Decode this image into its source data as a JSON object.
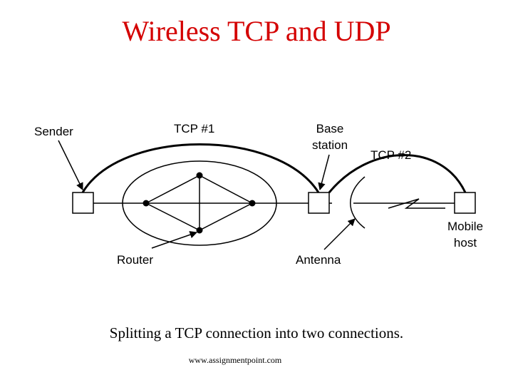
{
  "title": "Wireless TCP  and UDP",
  "diagram": {
    "labels": {
      "sender": "Sender",
      "tcp1": "TCP #1",
      "base_station_line1": "Base",
      "base_station_line2": "station",
      "tcp2": "TCP #2",
      "mobile_host_line1": "Mobile",
      "mobile_host_line2": "host",
      "router": "Router",
      "antenna": "Antenna"
    }
  },
  "caption": "Splitting a TCP connection into two connections.",
  "footer": "www.assignmentpoint.com"
}
